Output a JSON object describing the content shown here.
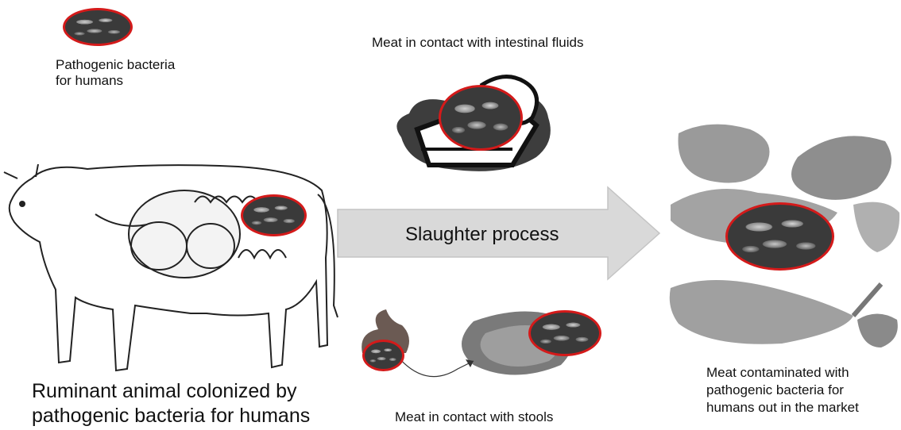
{
  "legend": {
    "label": "Pathogenic bacteria\nfor humans"
  },
  "cow": {
    "caption": "Ruminant animal colonized by\npathogenic bacteria for humans"
  },
  "arrow": {
    "label": "Slaughter process"
  },
  "meat_intestinal": {
    "caption": "Meat in contact with intestinal fluids"
  },
  "meat_stools": {
    "caption": "Meat in contact with stools"
  },
  "market": {
    "caption": "Meat contaminated with\npathogenic bacteria for\nhumans out in the market"
  },
  "colors": {
    "highlight": "#d41a1a",
    "arrow_fill": "#d9d9d9"
  }
}
